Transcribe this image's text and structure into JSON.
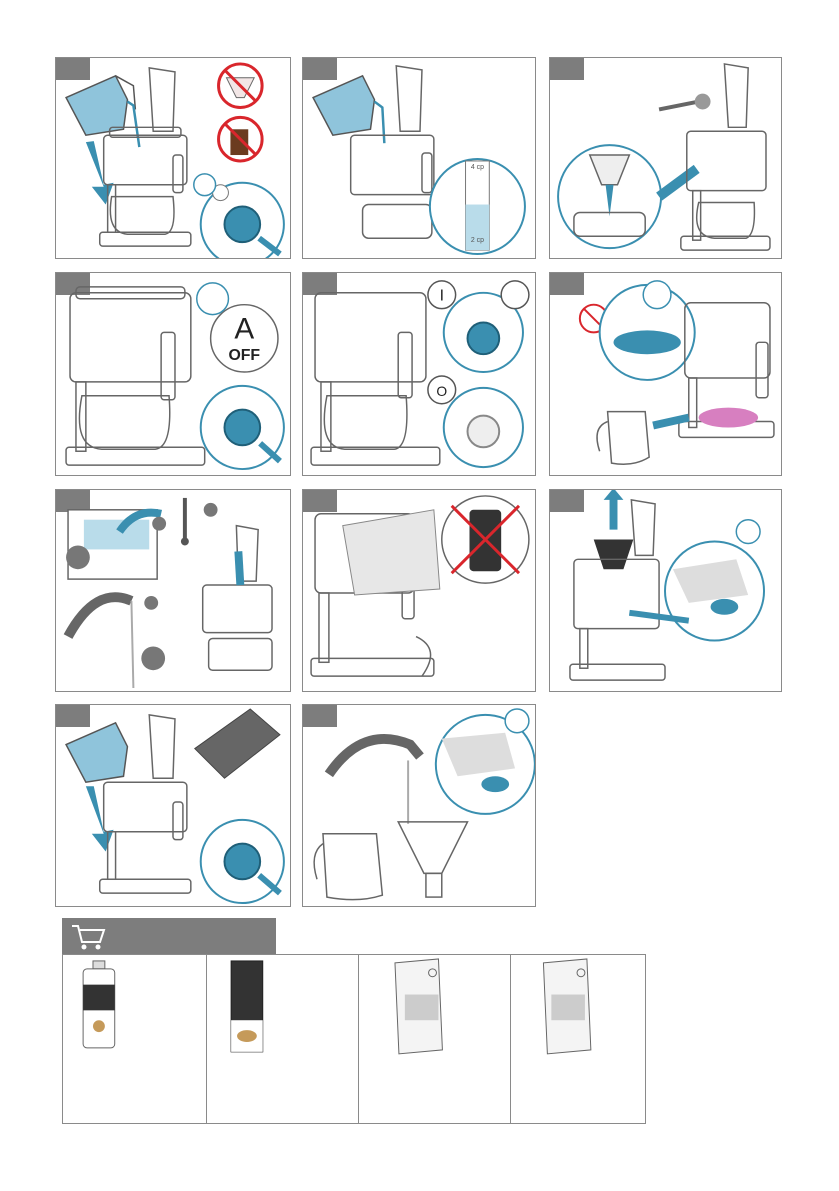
{
  "document": {
    "type": "coffee-machine-quick-start-pictograms",
    "colors": {
      "accent_blue": "#3a8fb0",
      "light_blue": "#8fc4db",
      "line_gray": "#7a7a7a",
      "tag_gray": "#7d7d7d",
      "red": "#d9262c",
      "pink": "#d77fc0"
    }
  },
  "panels": [
    {
      "id": "p1",
      "icons": [
        "pour-water-icon",
        "no-paper-filter-icon",
        "no-ground-coffee-icon",
        "power-button-icon"
      ]
    },
    {
      "id": "p2",
      "water_gauge": [
        "4 cp",
        "",
        "",
        "2 cp"
      ]
    },
    {
      "id": "p3",
      "icons": [
        "filter-insert-icon",
        "coffee-scoop-icon"
      ]
    },
    {
      "id": "p4",
      "auto_off_label": "OFF",
      "auto_symbol": "A"
    },
    {
      "id": "p5",
      "switch_on": "I",
      "switch_off": "O"
    },
    {
      "id": "p6",
      "icons": [
        "no-dishwasher-icon",
        "hotplate-icon"
      ]
    },
    {
      "id": "p7",
      "icons": [
        "water-tank-icon",
        "tube-brush-icon",
        "tap-icon"
      ]
    },
    {
      "id": "p8",
      "icons": [
        "no-chemical-cleaner-icon",
        "cloth-icon"
      ]
    },
    {
      "id": "p9",
      "icons": [
        "remove-filter-icon",
        "release-valve-icon"
      ]
    },
    {
      "id": "p10",
      "icons": [
        "descaler-pour-icon",
        "power-button-icon"
      ]
    },
    {
      "id": "p11",
      "icons": [
        "rinse-tap-icon",
        "valve-icon"
      ]
    }
  ],
  "shop": {
    "header_icon": "shopping-cart-icon",
    "items": [
      {
        "icon": "descaler-bottle-icon"
      },
      {
        "icon": "descaler-tablets-icon"
      },
      {
        "icon": "water-filter-box-icon"
      },
      {
        "icon": "water-filter-box-2-icon"
      }
    ]
  }
}
